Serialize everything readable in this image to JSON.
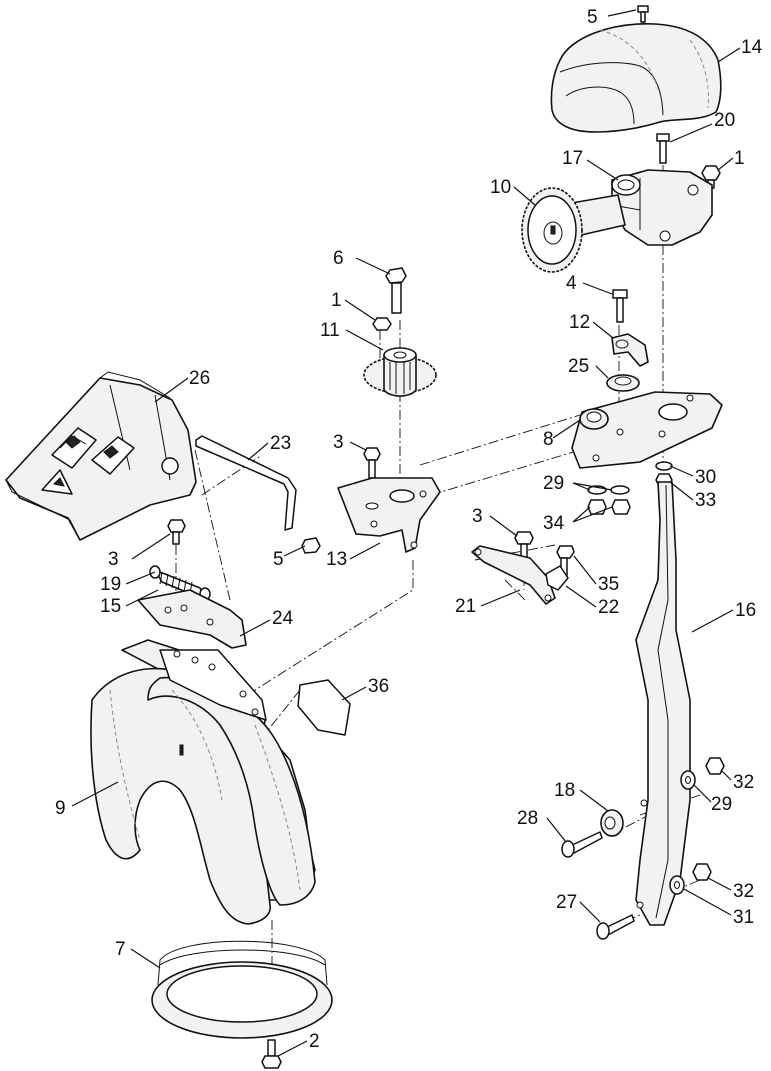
{
  "callouts": [
    {
      "id": "c5a",
      "label": "5"
    },
    {
      "id": "c14",
      "label": "14"
    },
    {
      "id": "c20",
      "label": "20"
    },
    {
      "id": "c17",
      "label": "17"
    },
    {
      "id": "c1a",
      "label": "1"
    },
    {
      "id": "c10",
      "label": "10"
    },
    {
      "id": "c6",
      "label": "6"
    },
    {
      "id": "c4",
      "label": "4"
    },
    {
      "id": "c1b",
      "label": "1"
    },
    {
      "id": "c11",
      "label": "11"
    },
    {
      "id": "c12",
      "label": "12"
    },
    {
      "id": "c25",
      "label": "25"
    },
    {
      "id": "c26",
      "label": "26"
    },
    {
      "id": "c8",
      "label": "8"
    },
    {
      "id": "c3a",
      "label": "3"
    },
    {
      "id": "c23",
      "label": "23"
    },
    {
      "id": "c30",
      "label": "30"
    },
    {
      "id": "c29a",
      "label": "29"
    },
    {
      "id": "c33",
      "label": "33"
    },
    {
      "id": "c3b",
      "label": "3"
    },
    {
      "id": "c34",
      "label": "34"
    },
    {
      "id": "c3c",
      "label": "3"
    },
    {
      "id": "c5b",
      "label": "5"
    },
    {
      "id": "c13",
      "label": "13"
    },
    {
      "id": "c19",
      "label": "19"
    },
    {
      "id": "c15",
      "label": "15"
    },
    {
      "id": "c35",
      "label": "35"
    },
    {
      "id": "c21",
      "label": "21"
    },
    {
      "id": "c22",
      "label": "22"
    },
    {
      "id": "c24",
      "label": "24"
    },
    {
      "id": "c16",
      "label": "16"
    },
    {
      "id": "c36",
      "label": "36"
    },
    {
      "id": "c9",
      "label": "9"
    },
    {
      "id": "c32a",
      "label": "32"
    },
    {
      "id": "c18",
      "label": "18"
    },
    {
      "id": "c29b",
      "label": "29"
    },
    {
      "id": "c28",
      "label": "28"
    },
    {
      "id": "c32b",
      "label": "32"
    },
    {
      "id": "c27",
      "label": "27"
    },
    {
      "id": "c31",
      "label": "31"
    },
    {
      "id": "c7",
      "label": "7"
    },
    {
      "id": "c2",
      "label": "2"
    }
  ]
}
